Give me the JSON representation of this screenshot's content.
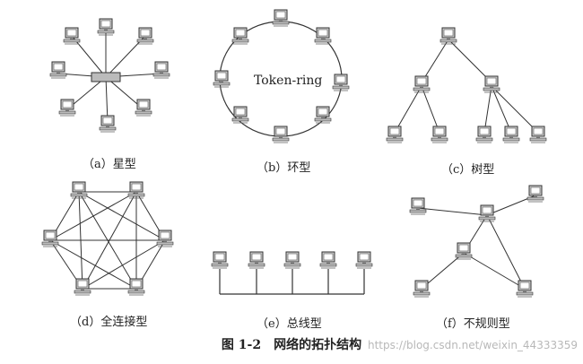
{
  "captions": {
    "a": "（a）星型",
    "b": "（b）环型",
    "c": "（c）树型",
    "d": "（d）全连接型",
    "e": "（e）总线型",
    "f": "（f）不规则型"
  },
  "ring_label": "Token-ring",
  "figure_title": "图 1-2　网络的拓扑结构",
  "watermark": "https://blog.csdn.net/weixin_44333359",
  "colors": {
    "line": "#333333",
    "monitor_fill": "#cfcfcf",
    "screen": "#ffffff"
  }
}
